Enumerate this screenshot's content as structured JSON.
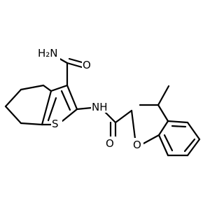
{
  "molecule": {
    "atom_labels": {
      "carbonyl_amide_o": "O",
      "amine_nh2": "H₂N",
      "amide_nh": "NH",
      "sulfur": "S",
      "acetamide_o": "O",
      "ether_o": "O"
    }
  }
}
